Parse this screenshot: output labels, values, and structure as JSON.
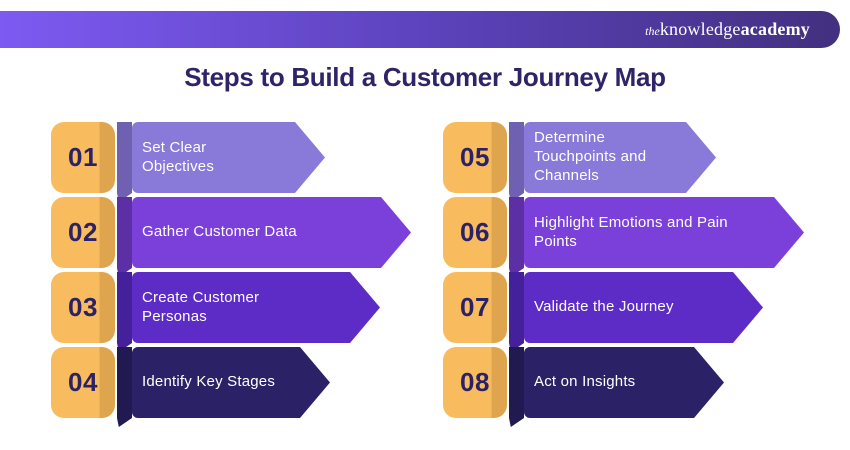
{
  "brand": {
    "logo_the": "the",
    "logo_knowledge": "knowledge",
    "logo_academy": "academy"
  },
  "title": "Steps to Build a Customer Journey Map",
  "steps": [
    {
      "number": "01",
      "label": "Set Clear\nObjectives"
    },
    {
      "number": "02",
      "label": "Gather Customer Data"
    },
    {
      "number": "03",
      "label": "Create Customer\nPersonas"
    },
    {
      "number": "04",
      "label": "Identify Key Stages"
    },
    {
      "number": "05",
      "label": "Determine\nTouchpoints and\nChannels"
    },
    {
      "number": "06",
      "label": "Highlight Emotions and Pain\nPoints"
    },
    {
      "number": "07",
      "label": "Validate the Journey"
    },
    {
      "number": "08",
      "label": "Act on Insights"
    }
  ],
  "colors": {
    "background": "#ffffff",
    "banner_gradient_start": "#7d5af2",
    "banner_gradient_end": "#43307f",
    "title_text": "#2e2468",
    "number_tab": "#f8bc5e",
    "number_tab_shade": "#dfa54e",
    "number_text": "#2b2166",
    "step_label_text": "#ffffff",
    "row_colors": [
      {
        "body": "#8979d9",
        "fold": "#6f60b2"
      },
      {
        "body": "#7b40da",
        "fold": "#5c2fa4"
      },
      {
        "body": "#5d2bc5",
        "fold": "#44219a"
      },
      {
        "body": "#2b2167",
        "fold": "#211a50"
      }
    ]
  }
}
